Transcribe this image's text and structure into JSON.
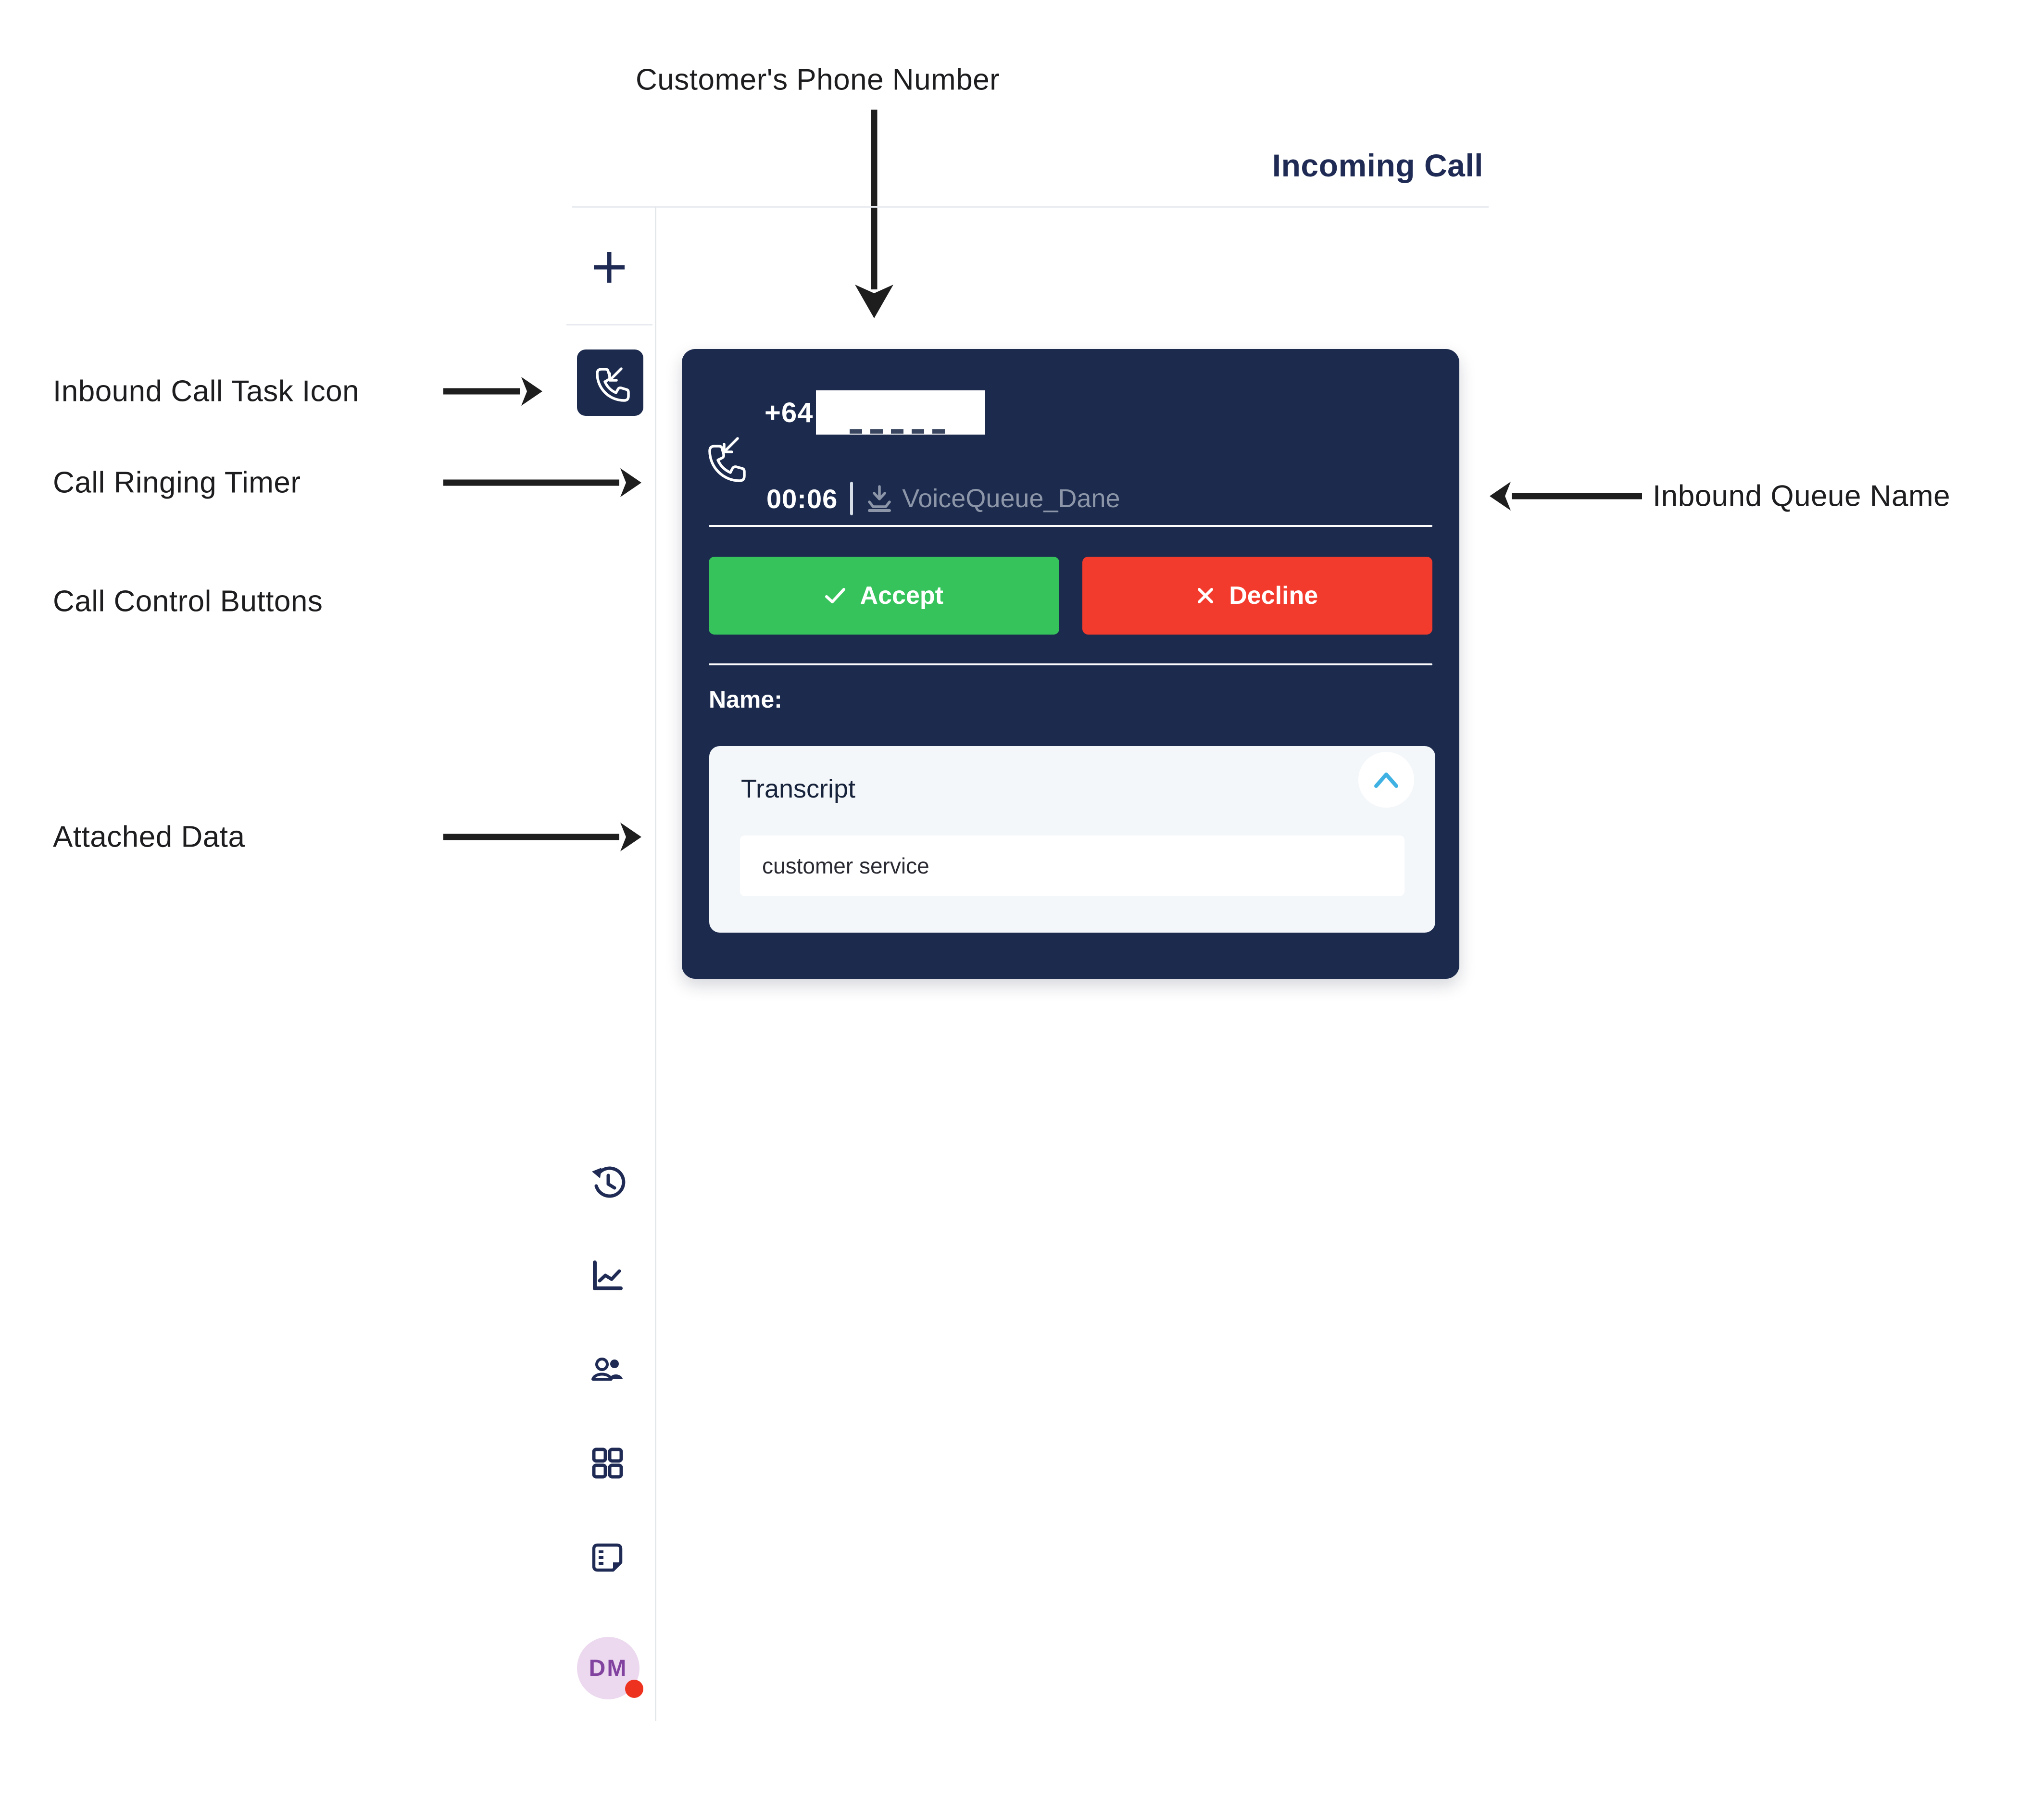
{
  "annotations": {
    "customer_phone_label": "Customer's Phone Number",
    "inbound_task_label": "Inbound Call Task Icon",
    "ringing_timer_label": "Call Ringing Timer",
    "call_controls_label": "Call Control Buttons",
    "attached_data_label": "Attached Data",
    "inbound_queue_label": "Inbound Queue Name"
  },
  "header": {
    "title": "Incoming Call"
  },
  "sidebar": {
    "icons": [
      "plus-icon",
      "inbound-call-task-icon",
      "history-icon",
      "analytics-icon",
      "agents-icon",
      "grid-icon",
      "notes-icon"
    ],
    "avatar": {
      "initials": "DM",
      "presence": "busy"
    }
  },
  "call_card": {
    "phone_prefix": "+64",
    "phone_number_redacted": true,
    "ringing_timer": "00:06",
    "separator": "|",
    "queue_icon": "queue-download-icon",
    "queue_name": "VoiceQueue_Dane",
    "accept_label": "Accept",
    "decline_label": "Decline",
    "name_label": "Name:",
    "attached_data": {
      "title": "Transcript",
      "value": "customer service",
      "collapse_icon": "chevron-up-icon"
    }
  },
  "colors": {
    "card_navy": "#1b2a4d",
    "icon_navy": "#1f2b54",
    "accept_green": "#36c35c",
    "decline_red": "#f33b2d",
    "chevron_blue": "#3fb1e3",
    "queue_gray": "#8c96a8",
    "divider_gray": "#e9ecf0",
    "avatar_pink": "#ecd8ef",
    "avatar_letter_purple": "#8243a0",
    "presence_red": "#ed321f"
  }
}
